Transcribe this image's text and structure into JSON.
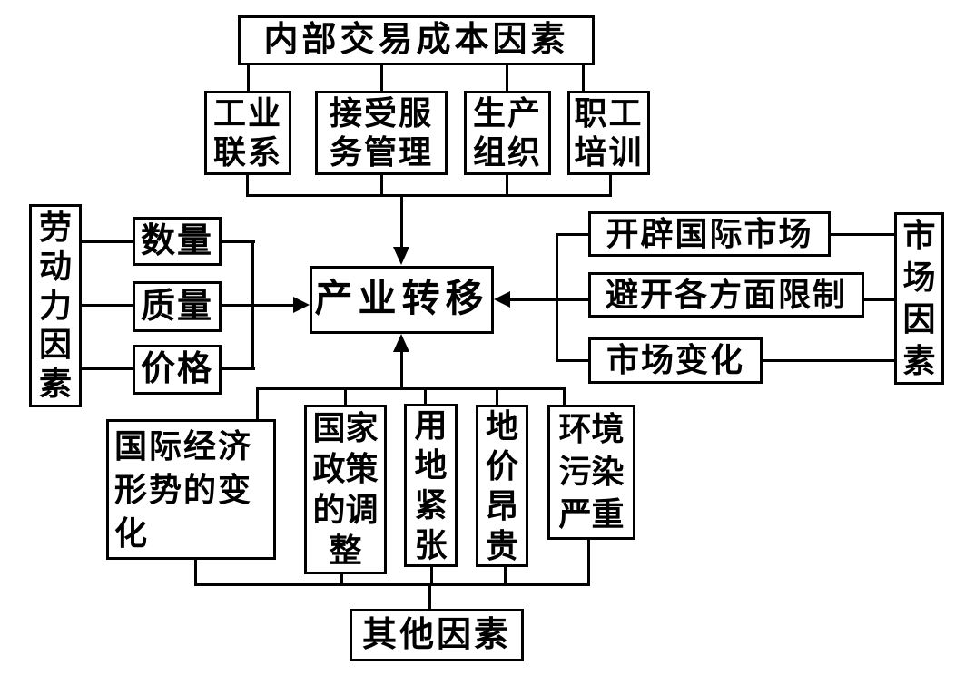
{
  "diagram": {
    "center": {
      "label": "产业转移"
    },
    "top": {
      "header": "内部交易成本因素",
      "items": [
        {
          "label": "工业联系"
        },
        {
          "label": "接受服务管理"
        },
        {
          "label": "生产组织"
        },
        {
          "label": "职工培训"
        }
      ]
    },
    "left": {
      "header": "劳动力因素",
      "items": [
        {
          "label": "数量"
        },
        {
          "label": "质量"
        },
        {
          "label": "价格"
        }
      ]
    },
    "right": {
      "header": "市场因素",
      "items": [
        {
          "label": "开辟国际市场"
        },
        {
          "label": "避开各方面限制"
        },
        {
          "label": "市场变化"
        }
      ]
    },
    "bottom": {
      "header": "其他因素",
      "items": [
        {
          "label": "国际经济形势的变化"
        },
        {
          "label": "国家政策的调整"
        },
        {
          "label": "用地紧张"
        },
        {
          "label": "地价昂贵"
        },
        {
          "label": "环境污染严重"
        }
      ]
    },
    "colors": {
      "line": "#000000",
      "box_border": "#000000",
      "text": "#000000",
      "background": "#ffffff"
    }
  }
}
